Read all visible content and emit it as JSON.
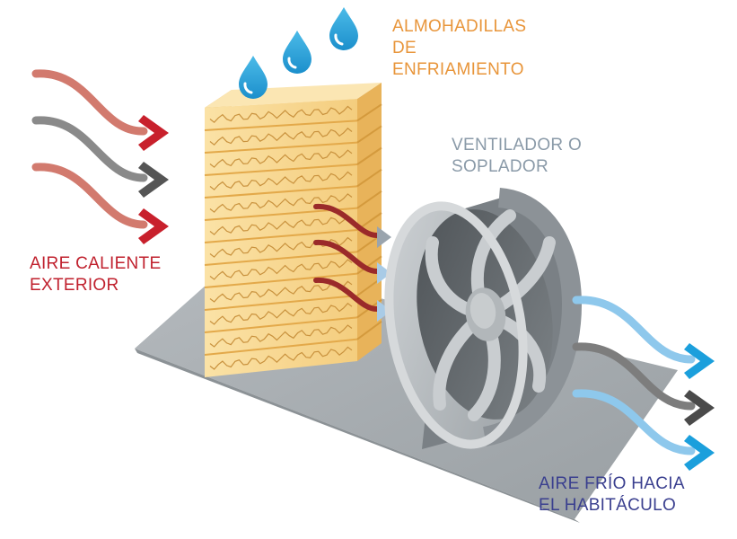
{
  "labels": {
    "pads": {
      "lines": [
        "ALMOHADILLAS",
        "DE",
        "ENFRIAMIENTO"
      ]
    },
    "fan": {
      "lines": [
        "VENTILADOR O",
        "SOPLADOR"
      ]
    },
    "hot_air": {
      "lines": [
        "AIRE CALIENTE",
        "EXTERIOR"
      ]
    },
    "cold_air": {
      "lines": [
        "AIRE FRÍO HACIA",
        "EL HABITÁCULO"
      ]
    }
  },
  "colors": {
    "pads_label": "#e8953a",
    "fan_label": "#8a9aa8",
    "hot_label": "#c0212e",
    "cold_label": "#3a3f8f",
    "hot_arrow": "#d27a6e",
    "grey_arrow": "#7d7d7d",
    "dark_arrow": "#505050",
    "red_arrow_head": "#c8202c",
    "cold_arrow": "#8ec8ec",
    "cold_arrow_head": "#1b9fdc",
    "inner_red_arrow": "#9a2a2a",
    "inner_blue_arrow": "#a9cbe6",
    "water_drop": "#2aa6dd",
    "pad_face": "#f7d58e",
    "pad_side": "#e9b75a",
    "base_plate": "#a6acb0",
    "fan_body": "#b8bcbf"
  },
  "icons": [
    "water-drop-icon",
    "arrow-icon",
    "fan-icon"
  ]
}
